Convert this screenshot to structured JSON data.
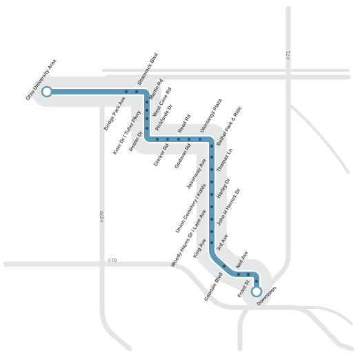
{
  "colors": {
    "route": "#5f98b6",
    "stop_dot": "#2f4f63",
    "buffer": "#e6e7e8",
    "road": "#e3e4e6",
    "label": "#4a4a4a"
  },
  "roads": {
    "i70": "I-70",
    "i270": "I-270",
    "i71": "I-71"
  },
  "terminals": {
    "north": "Ohio University Area",
    "south": "Downtown"
  },
  "stops": [
    "Ohio University Area",
    "Bridge Park Ave",
    "Shamrock Blvd",
    "Martin Rd",
    "West Case Rd",
    "Pickforde Dr",
    "Krier Dr / Tuller Pkwy",
    "Rester Dr",
    "Dierker Rd",
    "Reed Rd",
    "Godown Rd",
    "Olentangy Plaza",
    "Bethel Park & Ride",
    "Jasonway Ave",
    "Thomas Ln",
    "Union Cemetery / Kohls",
    "Harley Dr",
    "John H Herrick Dr",
    "Woody Hayes Dr / Lane Ave",
    "King Ave",
    "3rd Ave",
    "Goodale Blvd",
    "Neil Ave",
    "Front St",
    "Downtown"
  ]
}
